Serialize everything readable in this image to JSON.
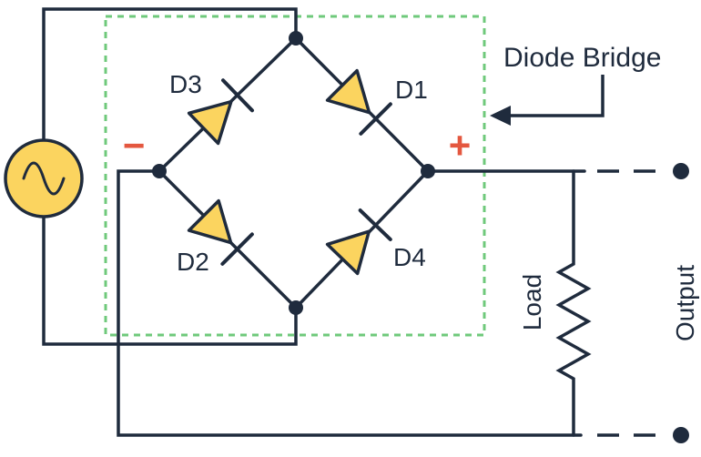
{
  "labels": {
    "title": "Diode Bridge",
    "load": "Load",
    "output": "Output",
    "plus": "+",
    "minus": "−"
  },
  "diodes": [
    {
      "label": "D1"
    },
    {
      "label": "D2"
    },
    {
      "label": "D3"
    },
    {
      "label": "D4"
    }
  ],
  "colors": {
    "ink": "#1f2b3d",
    "component_fill": "#fbd45f",
    "bridge_box": "#6fc97b",
    "polarity": "#e4573f",
    "bg": "#ffffff"
  }
}
